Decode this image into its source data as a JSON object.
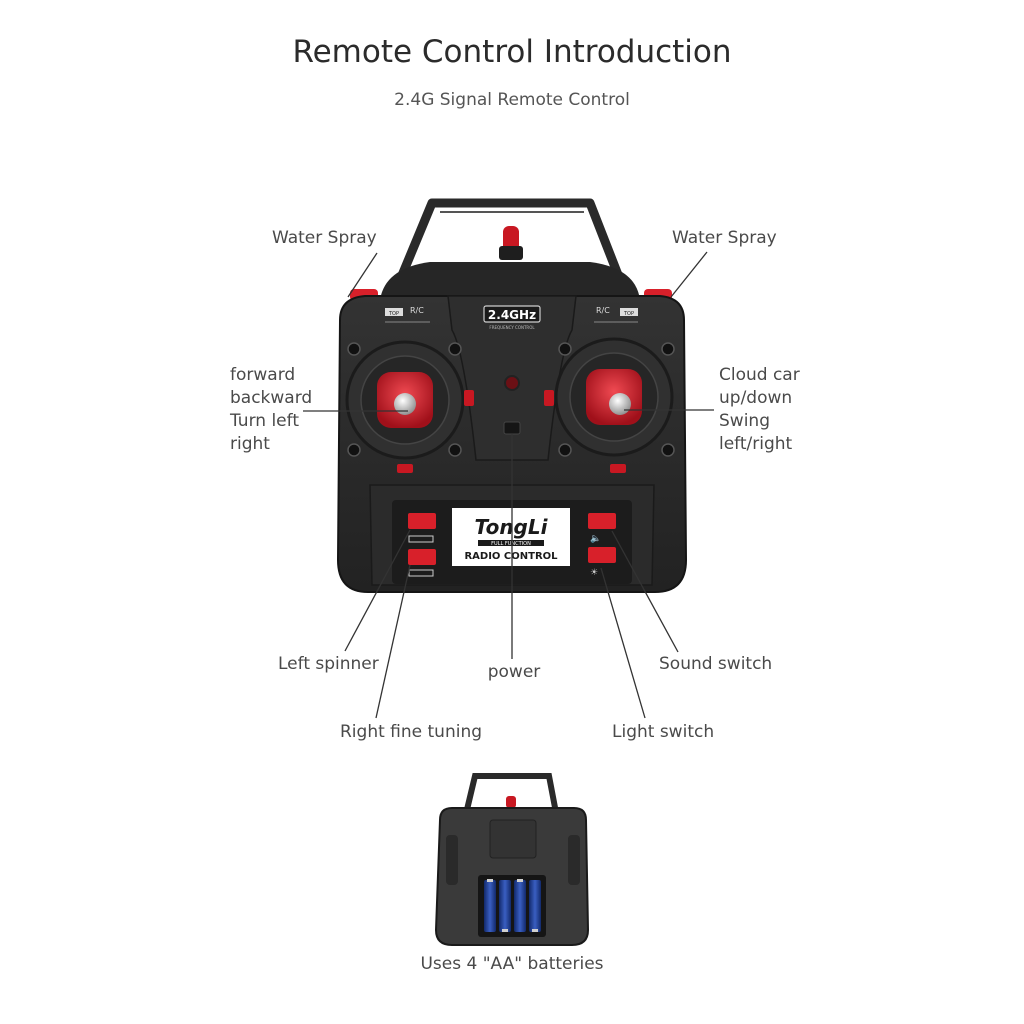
{
  "header": {
    "title": "Remote Control Introduction",
    "subtitle": "2.4G Signal Remote Control"
  },
  "remote": {
    "frequency_badge": "2.4GHz",
    "frequency_caption": "FREQUENCY CONTROL",
    "left_mode_label": "R/C",
    "right_mode_label": "R/C",
    "top_tag": "TOP",
    "brand": "TongLi",
    "brand_tagline": "FULL FUNCTION",
    "brand_caption": "RADIO CONTROL"
  },
  "labels": {
    "water_spray_left": "Water Spray",
    "water_spray_right": "Water Spray",
    "left_stick": [
      "forward",
      "backward",
      "Turn left",
      "right"
    ],
    "right_stick": [
      "Cloud car",
      "up/down",
      "Swing",
      "left/right"
    ],
    "left_spinner": "Left spinner",
    "power": "power",
    "sound_switch": "Sound switch",
    "right_fine_tuning": "Right fine tuning",
    "light_switch": "Light switch"
  },
  "battery": {
    "caption": "Uses 4 \"AA\" batteries"
  },
  "colors": {
    "body": "#2a2a2a",
    "accent_red": "#d8202a",
    "battery_blue": "#1e3a8a"
  }
}
